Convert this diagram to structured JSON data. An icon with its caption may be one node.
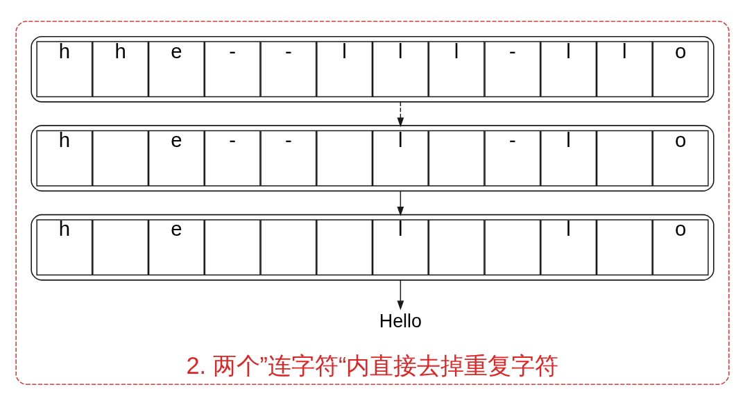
{
  "diagram": {
    "nodes": [
      {
        "text": [
          "2. 两个”连字符“内直接去掉重复字符"
        ]
      },
      {
        "text": [],
        "shape": "box",
        "in": 0
      },
      {
        "text": [
          "h"
        ],
        "in": 1
      },
      {
        "text": [
          "h"
        ],
        "in": 1
      },
      {
        "text": [
          "e"
        ],
        "in": 1
      },
      {
        "text": [
          "-"
        ],
        "in": 1
      },
      {
        "text": [
          "-"
        ],
        "in": 1
      },
      {
        "text": [
          "l"
        ],
        "in": 1
      },
      {
        "text": [
          "l"
        ],
        "in": 1
      },
      {
        "text": [
          "l"
        ],
        "in": 1
      },
      {
        "text": [
          "-"
        ],
        "in": 1
      },
      {
        "text": [
          "l"
        ],
        "in": 1
      },
      {
        "text": [
          "l"
        ],
        "in": 1
      },
      {
        "text": [
          "o"
        ],
        "in": 1
      },
      {
        "text": [],
        "shape": "box",
        "in": 0
      },
      {
        "text": [
          "h"
        ],
        "in": 14
      },
      {
        "text": [],
        "shape": "box",
        "in": 14
      },
      {
        "text": [
          "e"
        ],
        "in": 14
      },
      {
        "text": [
          "-"
        ],
        "in": 14
      },
      {
        "text": [
          "-"
        ],
        "in": 14
      },
      {
        "text": [],
        "shape": "box",
        "in": 14
      },
      {
        "text": [
          "l"
        ],
        "in": 14
      },
      {
        "text": [],
        "shape": "box",
        "in": 14
      },
      {
        "text": [
          "-"
        ],
        "in": 14
      },
      {
        "text": [
          "l"
        ],
        "in": 14
      },
      {
        "text": [],
        "shape": "box",
        "in": 14
      },
      {
        "text": [
          "o"
        ],
        "in": 14
      },
      {
        "text": [],
        "shape": "box",
        "in": 0
      },
      {
        "text": [
          "h"
        ],
        "in": 27
      },
      {
        "text": [],
        "shape": "box",
        "in": 27
      },
      {
        "text": [
          "e"
        ],
        "in": 27
      },
      {
        "text": [],
        "shape": "box",
        "in": 27
      },
      {
        "text": [],
        "shape": "box",
        "in": 27
      },
      {
        "text": [],
        "shape": "box",
        "in": 27
      },
      {
        "text": [
          "l"
        ],
        "in": 27
      },
      {
        "text": [],
        "shape": "box",
        "in": 27
      },
      {
        "text": [],
        "shape": "box",
        "in": 27
      },
      {
        "text": [
          "l"
        ],
        "in": 27
      },
      {
        "text": [],
        "shape": "box",
        "in": 27
      },
      {
        "text": [
          "o"
        ],
        "in": 27
      },
      {
        "text": [
          "Hello"
        ],
        "in": 0
      }
    ],
    "edges": [
      {
        "from": 1,
        "to": 14,
        "arrow": "to",
        "style": "dashed"
      },
      {
        "from": 14,
        "to": 27,
        "arrow": "to"
      },
      {
        "from": 27,
        "to": 40,
        "arrow": "to"
      }
    ]
  }
}
